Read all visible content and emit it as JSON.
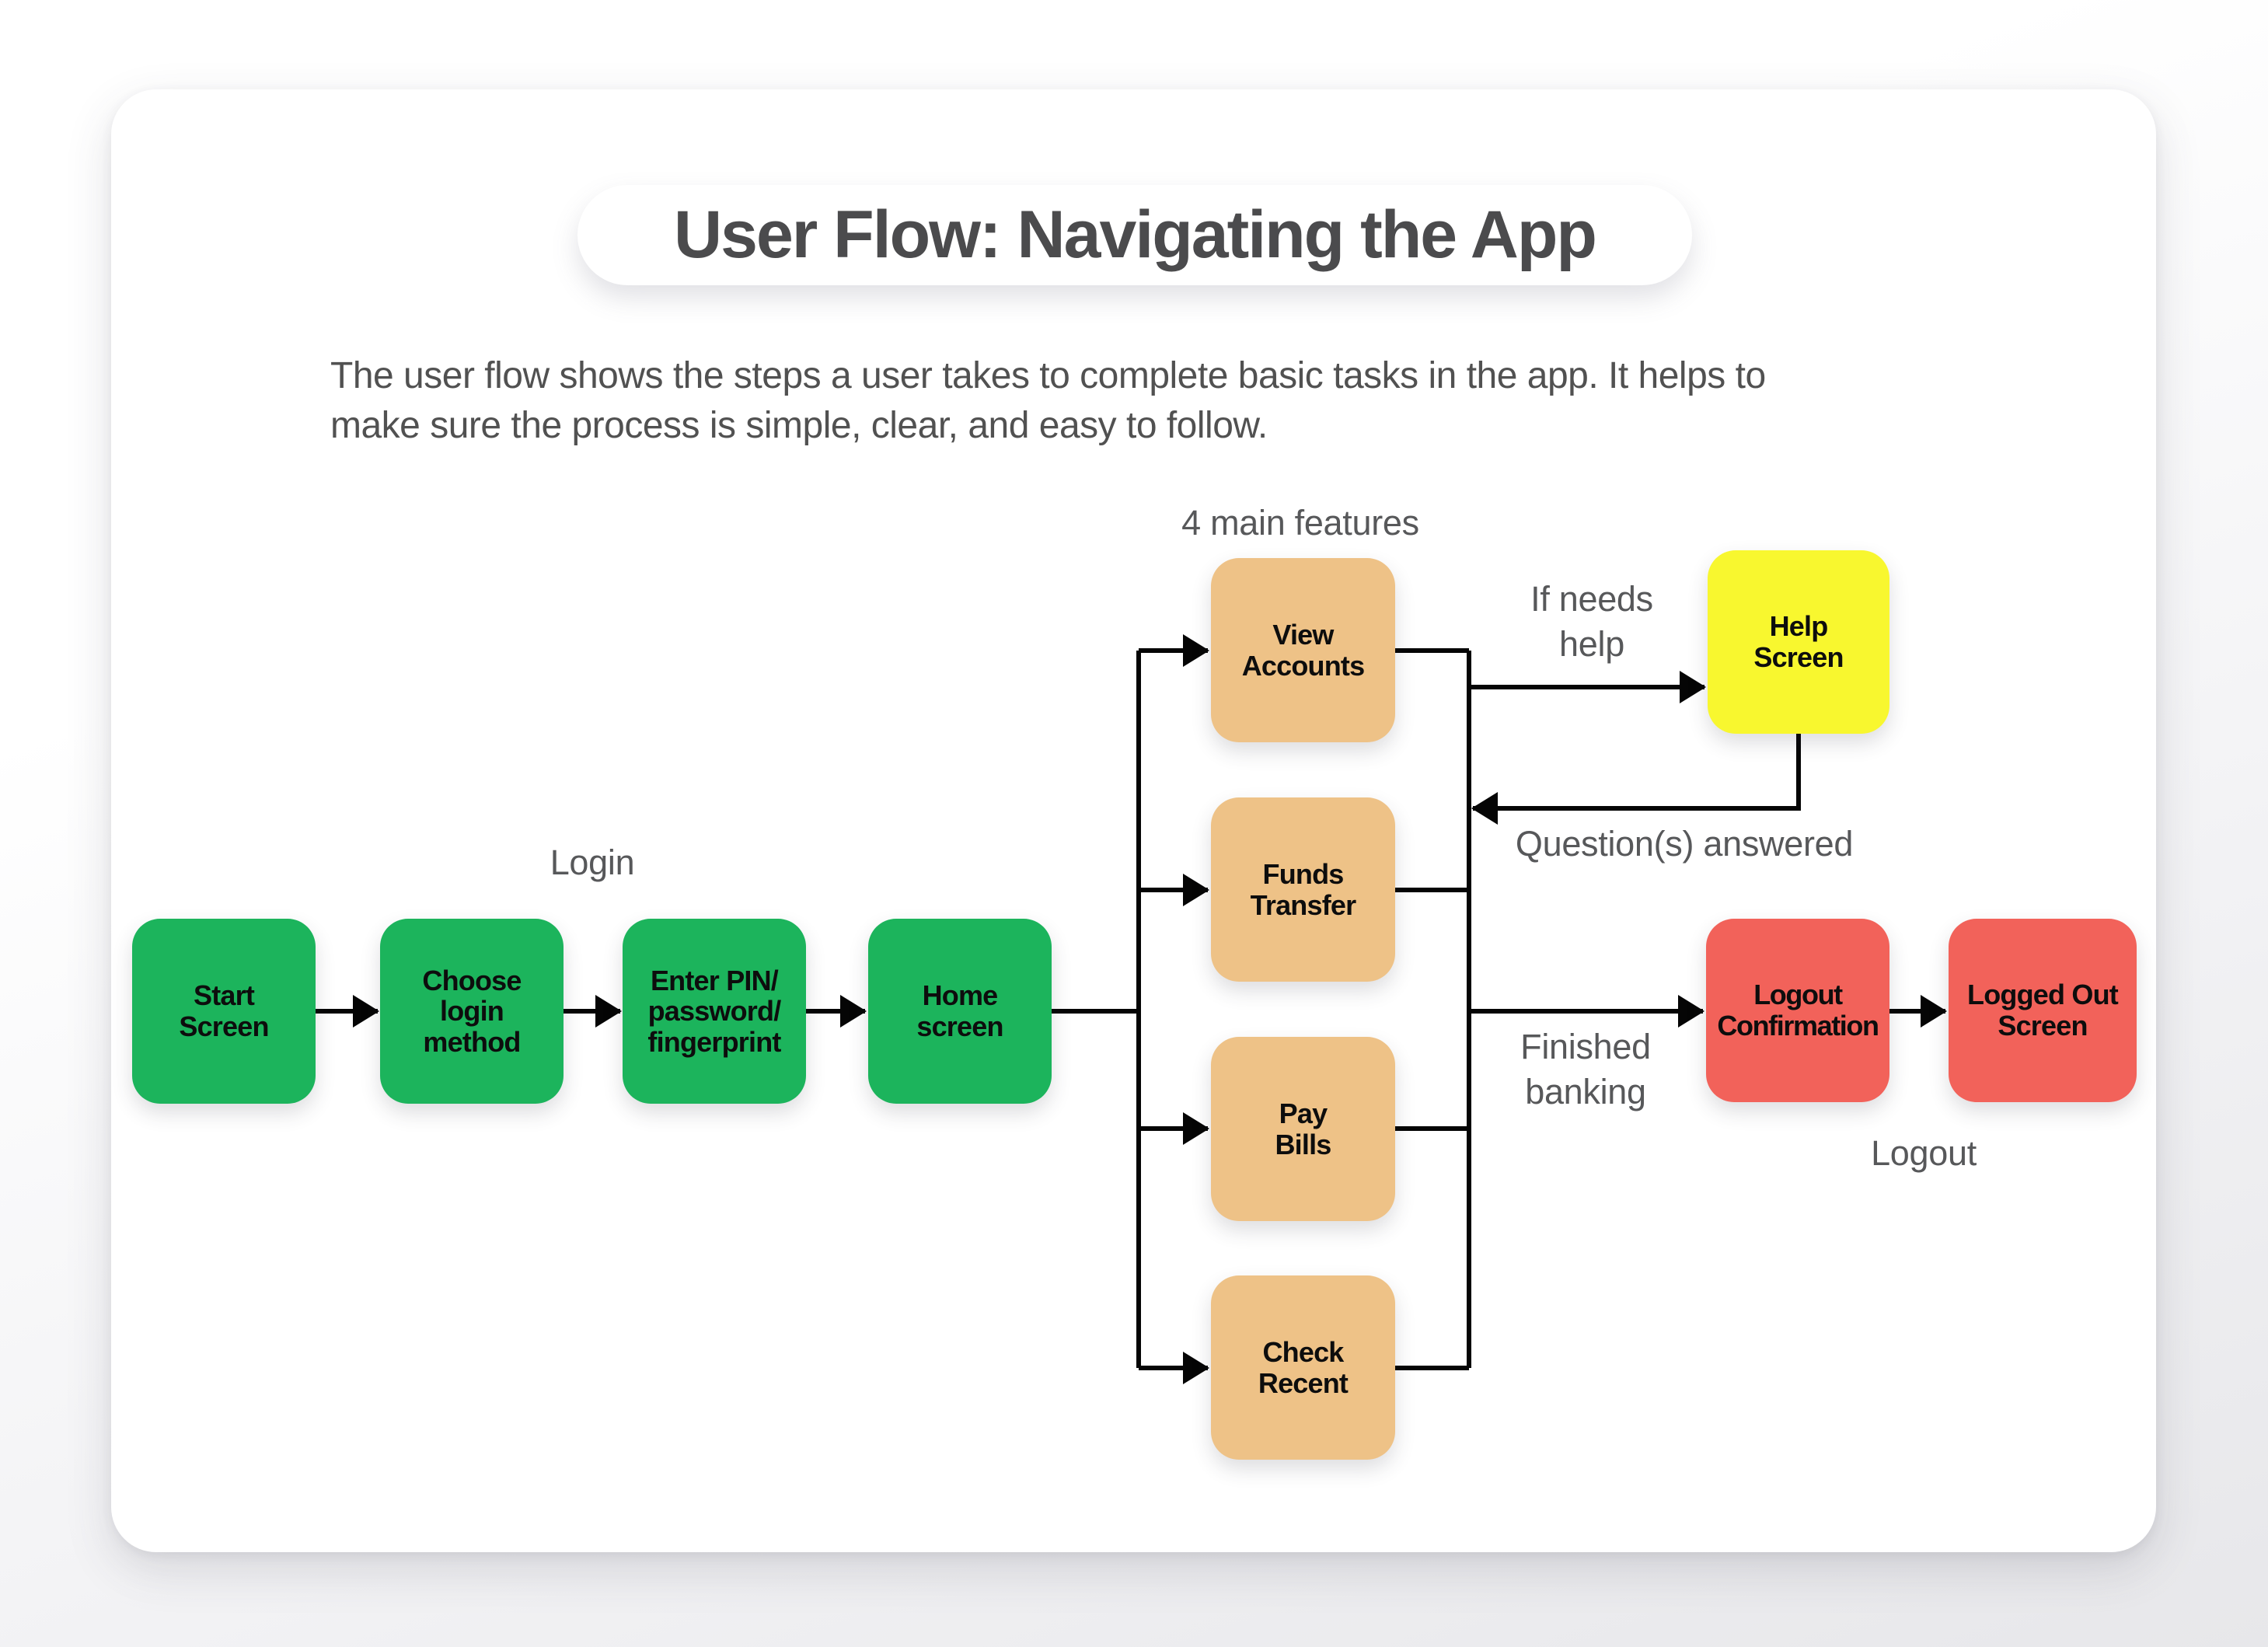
{
  "page": {
    "title": "User Flow: Navigating the App",
    "subtitle": "The user flow shows the steps a user takes to complete basic tasks in the app. It helps to\nmake sure the process is simple, clear, and easy to follow."
  },
  "labels": {
    "login": "Login",
    "features": "4 main features",
    "if_needs_help": "If needs\nhelp",
    "questions_answered": "Question(s) answered",
    "finished_banking": "Finished\nbanking",
    "logout": "Logout"
  },
  "nodes": {
    "start": {
      "label": "Start\nScreen",
      "color": "#1cb45c"
    },
    "choose_login": {
      "label": "Choose\nlogin\nmethod",
      "color": "#1cb45c"
    },
    "enter_pin": {
      "label": "Enter PIN/\npassword/\nfingerprint",
      "color": "#1cb45c"
    },
    "home": {
      "label": "Home\nscreen",
      "color": "#1cb45c"
    },
    "view_accounts": {
      "label": "View\nAccounts",
      "color": "#eec287"
    },
    "funds_transfer": {
      "label": "Funds\nTransfer",
      "color": "#eec287"
    },
    "pay_bills": {
      "label": "Pay\nBills",
      "color": "#eec287"
    },
    "check_recent": {
      "label": "Check\nRecent",
      "color": "#eec287"
    },
    "help": {
      "label": "Help\nScreen",
      "color": "#f8f72f"
    },
    "logout_confirmation": {
      "label": "Logout\nConfirmation",
      "color": "#f2625a"
    },
    "logged_out": {
      "label": "Logged Out\nScreen",
      "color": "#f2625a"
    }
  },
  "edges": [
    {
      "from": "start",
      "to": "choose_login",
      "label": ""
    },
    {
      "from": "choose_login",
      "to": "enter_pin",
      "label": "Login"
    },
    {
      "from": "enter_pin",
      "to": "home",
      "label": ""
    },
    {
      "from": "home",
      "to": "view_accounts",
      "label": "4 main features"
    },
    {
      "from": "home",
      "to": "funds_transfer",
      "label": ""
    },
    {
      "from": "home",
      "to": "pay_bills",
      "label": ""
    },
    {
      "from": "home",
      "to": "check_recent",
      "label": ""
    },
    {
      "from": "features_rail",
      "to": "help",
      "label": "If needs help"
    },
    {
      "from": "help",
      "to": "features_rail",
      "label": "Question(s) answered"
    },
    {
      "from": "features_rail",
      "to": "logout_confirmation",
      "label": "Finished banking"
    },
    {
      "from": "logout_confirmation",
      "to": "logged_out",
      "label": "Logout"
    }
  ],
  "colors": {
    "line": "#050505",
    "label_text": "#57585a",
    "title_text": "#4b4b4d",
    "node_text": "#0d0d0d",
    "green": "#1cb45c",
    "tan": "#eec287",
    "yellow": "#f8f72f",
    "red": "#f2625a",
    "card": "#ffffff"
  }
}
